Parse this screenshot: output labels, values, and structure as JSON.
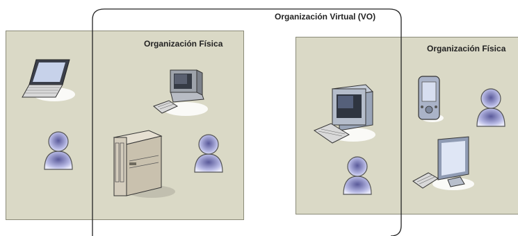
{
  "virtual_org": {
    "label": "Organización Virtual (VO)"
  },
  "physical_orgs": [
    {
      "label": "Organización Física"
    },
    {
      "label": "Organización Física"
    }
  ],
  "icons": [
    "laptop-icon",
    "desktop-computer-icon",
    "user-icon",
    "server-rack-icon",
    "user-icon",
    "monitor-keyboard-icon",
    "pda-icon",
    "user-icon",
    "flat-monitor-icon",
    "user-icon"
  ]
}
